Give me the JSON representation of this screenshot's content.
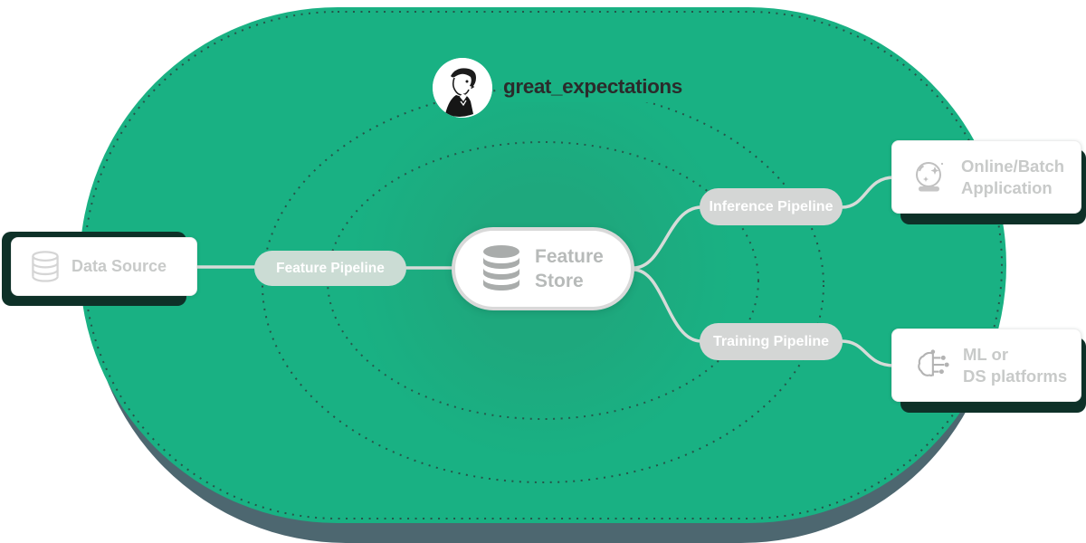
{
  "logo": {
    "text": "great_expectations",
    "icon": "pip-face-logo-icon"
  },
  "nodes": {
    "data_source": {
      "label": "Data Source",
      "icon": "database-outline-icon"
    },
    "feature_pipeline": {
      "label": "Feature Pipeline"
    },
    "feature_store": {
      "label_line1": "Feature",
      "label_line2": "Store",
      "icon": "database-solid-icon"
    },
    "inference_pipeline": {
      "label": "Inference Pipeline"
    },
    "training_pipeline": {
      "label": "Training Pipeline"
    },
    "online_batch": {
      "label_line1": "Online/Batch",
      "label_line2": "Application",
      "icon": "crystal-ball-icon"
    },
    "ml_ds": {
      "label_line1": "ML or",
      "label_line2": "DS platforms",
      "icon": "ml-platform-icon"
    }
  },
  "colors": {
    "green": "#19b183",
    "green_glow": "#1ea87d",
    "outer_shadow_band": "#4d6770",
    "card_shadow": "#0e3128",
    "pill_gray": "#d4d6d5",
    "pill_green_tint": "#cbdcd4",
    "connector": "#d6dbd8",
    "dashed_ring": "#29443f",
    "muted_text": "#c8cac9",
    "store_text": "#b7bab9",
    "logo_text": "#2b2b2b"
  }
}
